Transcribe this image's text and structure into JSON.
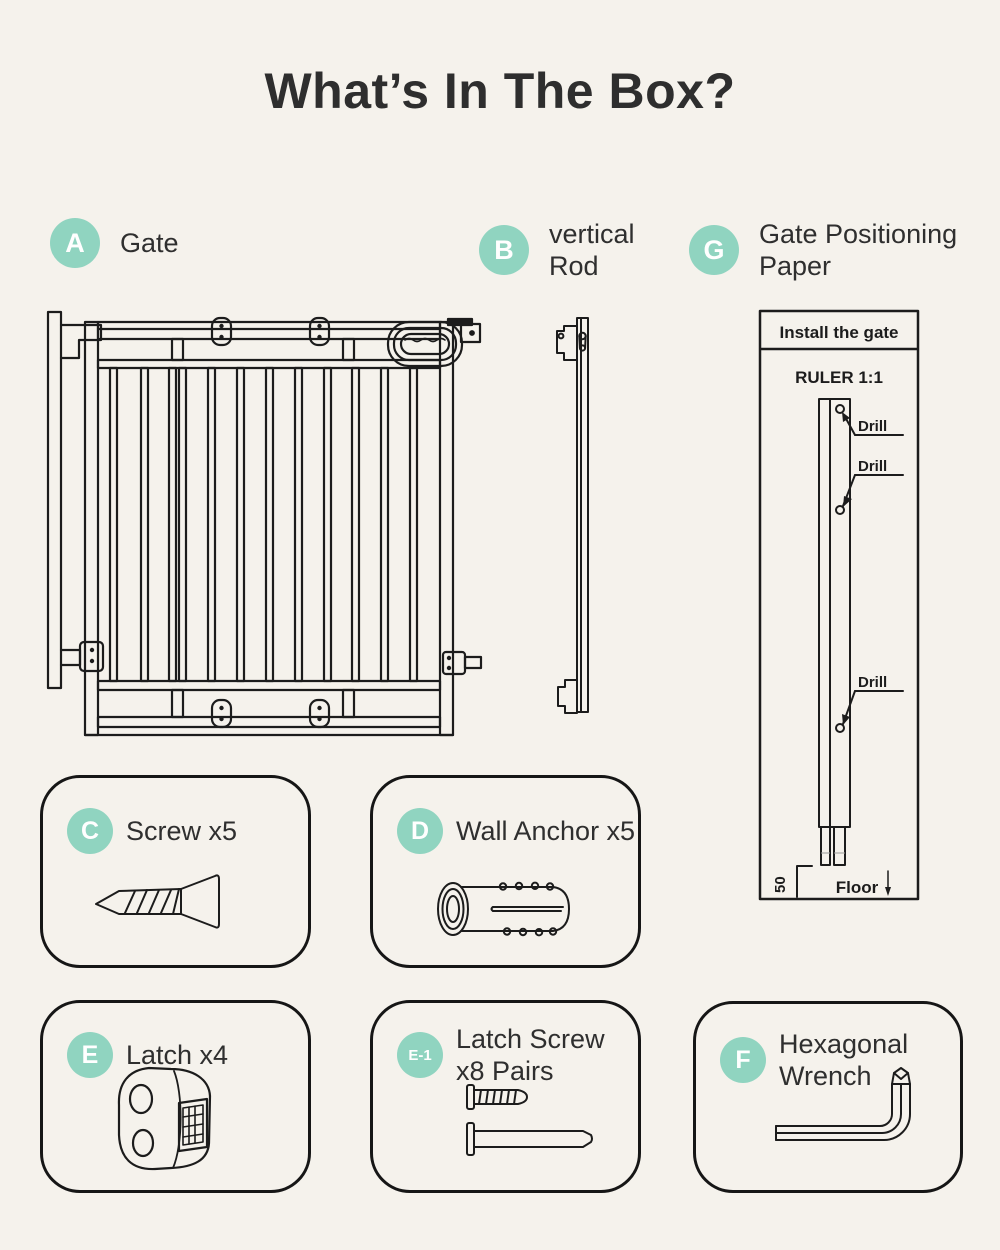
{
  "page": {
    "title": "What’s In The Box?"
  },
  "colors": {
    "background": "#F5F2EC",
    "accent": "#90D4C0",
    "ink": "#2E2E2E",
    "line": "#1C1C1C"
  },
  "items": {
    "a": {
      "badge": "A",
      "label": "Gate"
    },
    "b": {
      "badge": "B",
      "label": "vertical Rod"
    },
    "g": {
      "badge": "G",
      "label": "Gate Positioning Paper"
    },
    "c": {
      "badge": "C",
      "label": "Screw x5"
    },
    "d": {
      "badge": "D",
      "label": "Wall Anchor x5"
    },
    "e": {
      "badge": "E",
      "label": "Latch x4"
    },
    "e1": {
      "badge": "E-1",
      "label": "Latch Screw x8 Pairs"
    },
    "f": {
      "badge": "F",
      "label": "Hexagonal Wrench"
    }
  },
  "paper": {
    "header": "Install the gate",
    "ruler": "RULER 1:1",
    "drill_label": "Drill",
    "floor_label": "Floor",
    "floor_offset": "50"
  }
}
